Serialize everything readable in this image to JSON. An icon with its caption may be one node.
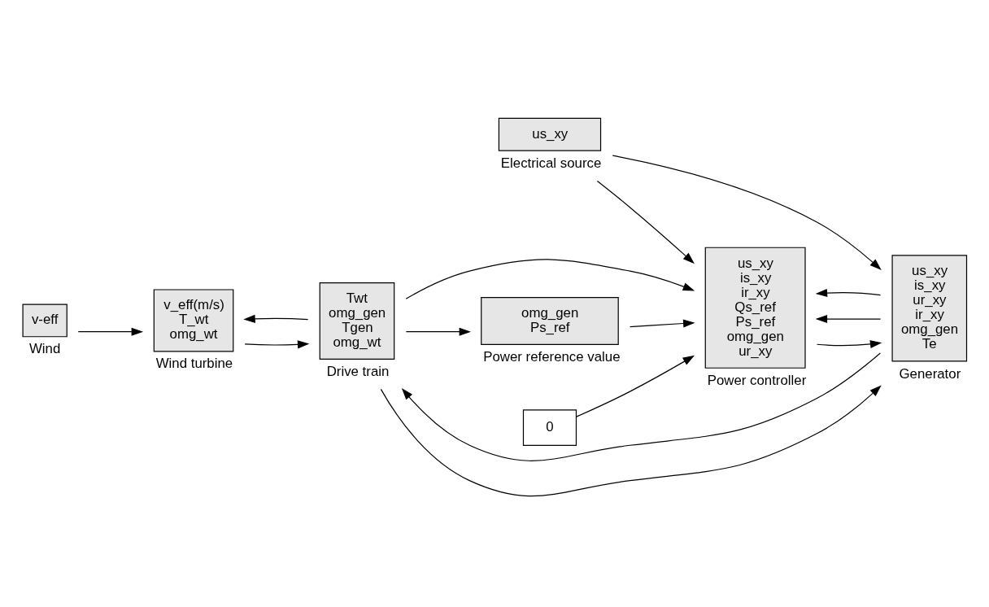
{
  "diagram": {
    "nodes": [
      {
        "text": [
          "us_xy"
        ],
        "beside": [
          "Electrical source"
        ]
      },
      {
        "text": [
          "us_xy",
          "is_xy",
          "ir_xy",
          "Qs_ref",
          "Ps_ref",
          "omg_gen",
          "ur_xy"
        ],
        "beside": [
          "Power controller"
        ]
      },
      {
        "text": [
          "us_xy",
          "is_xy",
          "ur_xy",
          "ir_xy",
          "omg_gen",
          "Te"
        ],
        "beside": [
          "Generator"
        ]
      },
      {
        "text": [
          "0"
        ]
      },
      {
        "text": [
          "omg_gen",
          "Ps_ref"
        ],
        "beside": [
          "Power reference value"
        ]
      },
      {
        "text": [
          "v-eff"
        ],
        "beside": [
          "Wind"
        ]
      },
      {
        "text": [
          "v_eff(m/s)",
          "T_wt",
          "omg_wt"
        ],
        "beside": [
          "Wind turbine"
        ]
      },
      {
        "text": [
          "Twt",
          "omg_gen",
          "Tgen",
          "omg_wt"
        ],
        "beside": [
          "Drive train"
        ]
      }
    ],
    "edges": [
      {
        "from": 0,
        "to": 1,
        "arrow": "to"
      },
      {
        "from": 0,
        "to": 2,
        "arrow": "to"
      },
      {
        "from": 2,
        "to": 1,
        "arrow": "to"
      },
      {
        "from": 2,
        "to": 1,
        "arrow": "to"
      },
      {
        "from": 3,
        "to": 1,
        "arrow": "to"
      },
      {
        "from": 4,
        "to": 1,
        "arrow": "to"
      },
      {
        "from": 1,
        "to": 2,
        "arrow": "to"
      },
      {
        "from": 7,
        "to": 1,
        "arrow": "to"
      },
      {
        "from": 7,
        "to": 2,
        "arrow": "to"
      },
      {
        "from": 7,
        "to": 4,
        "arrow": "to"
      },
      {
        "from": 2,
        "to": 7,
        "arrow": "to"
      },
      {
        "from": 5,
        "to": 6,
        "arrow": "to"
      },
      {
        "from": 6,
        "to": 7,
        "arrow": "to"
      },
      {
        "from": 7,
        "to": 6,
        "arrow": "to"
      }
    ]
  }
}
